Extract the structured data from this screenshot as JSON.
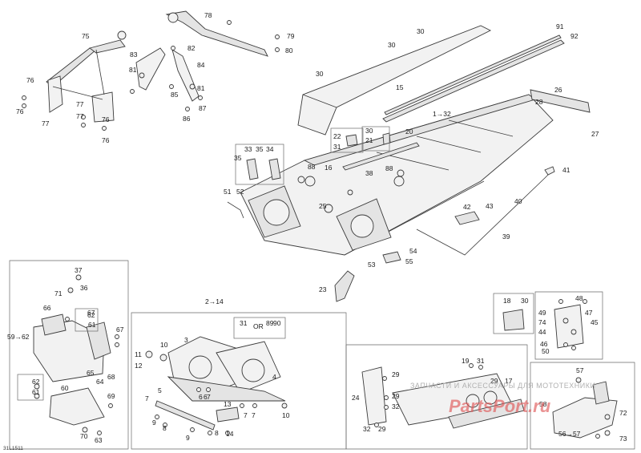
{
  "diagram_code": "31L1511",
  "watermark_text": "ЗАПЧАСТИ И АКСЕССУАРЫ ДЛЯ МОТОТЕХНИКИ",
  "watermark_logo": "PartsPort.ru",
  "labels": [
    "78",
    "79",
    "80",
    "75",
    "82",
    "83",
    "84",
    "81",
    "81",
    "85",
    "86",
    "87",
    "76",
    "76",
    "77",
    "77",
    "77",
    "76",
    "76",
    "30",
    "91",
    "92",
    "30",
    "15",
    "30",
    "1→32",
    "26",
    "28",
    "27",
    "22",
    "31",
    "30",
    "21",
    "20",
    "33",
    "35",
    "34",
    "35",
    "88",
    "16",
    "38",
    "88",
    "51",
    "52",
    "25",
    "42",
    "43",
    "41",
    "40",
    "39",
    "54",
    "53",
    "55",
    "23",
    "37",
    "36",
    "71",
    "66",
    "67",
    "62",
    "61",
    "59→62",
    "67",
    "65",
    "64",
    "68",
    "62",
    "61",
    "60",
    "69",
    "70",
    "63",
    "2→14",
    "31",
    "OR",
    "89",
    "90",
    "10",
    "11",
    "12",
    "3",
    "4",
    "5",
    "7",
    "6",
    "7",
    "7",
    "9",
    "8",
    "9",
    "8",
    "13",
    "14",
    "6",
    "7",
    "10",
    "18",
    "30",
    "48",
    "49",
    "47",
    "74",
    "45",
    "44",
    "46",
    "50",
    "19",
    "31",
    "29",
    "24",
    "29",
    "32",
    "17",
    "29",
    "32",
    "29",
    "57",
    "58",
    "72",
    "56→57",
    "73"
  ]
}
